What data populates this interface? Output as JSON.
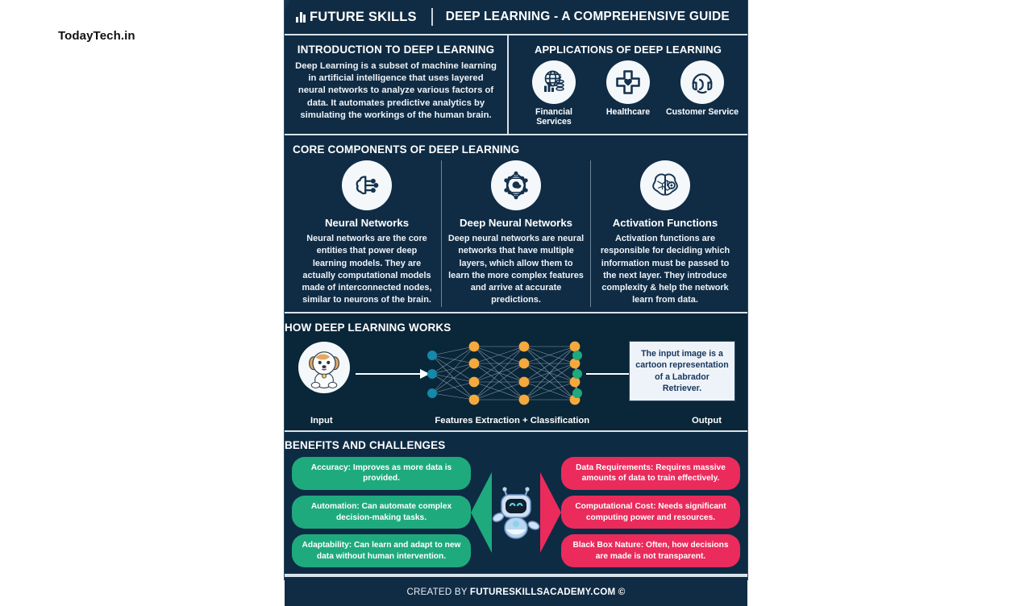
{
  "watermark": "TodayTech.in",
  "header": {
    "brand": "FUTURE SKILLS",
    "title": "DEEP LEARNING - A COMPREHENSIVE GUIDE",
    "logo_icon": "bar-chart-icon"
  },
  "intro": {
    "heading": "INTRODUCTION TO DEEP LEARNING",
    "body": "Deep Learning is a subset of machine learning in artificial intelligence that uses layered neural networks to analyze various factors of data. It automates predictive analytics by simulating the workings of the human brain."
  },
  "applications": {
    "heading": "APPLICATIONS OF DEEP LEARNING",
    "items": [
      {
        "label": "Financial Services",
        "icon": "globe-finance-icon"
      },
      {
        "label": "Healthcare",
        "icon": "medical-cross-heart-icon"
      },
      {
        "label": "Customer Service",
        "icon": "headset-support-icon"
      }
    ]
  },
  "core": {
    "heading": "CORE COMPONENTS OF DEEP LEARNING",
    "items": [
      {
        "title": "Neural Networks",
        "icon": "brain-circuit-icon",
        "body": "Neural networks are the core entities that power deep learning models. They are actually computational models made of interconnected nodes, similar to neurons of the brain."
      },
      {
        "title": "Deep Neural Networks",
        "icon": "network-nodes-icon",
        "body": "Deep neural networks are neural networks that have multiple layers, which allow them to learn the more complex features and arrive at accurate predictions."
      },
      {
        "title": "Activation Functions",
        "icon": "brain-gear-icon",
        "body": "Activation functions are responsible for deciding which information must be passed to the next layer. They introduce complexity & help the network learn from data."
      }
    ]
  },
  "how": {
    "heading": "HOW DEEP LEARNING WORKS",
    "input_label": "Input",
    "middle_label": "Features Extraction + Classification",
    "output_label": "Output",
    "input_icon": "dog-puppy-icon",
    "output_text": "The input image is a cartoon representation of a Labrador Retriever.",
    "network": {
      "input_nodes": 3,
      "hidden_layers": 3,
      "hidden_nodes_per_layer": 4,
      "output_nodes": 3,
      "input_color": "#1489a8",
      "hidden_color": "#f5a93c",
      "output_color": "#1fa97e"
    }
  },
  "benefits": {
    "heading": "BENEFITS AND CHALLENGES",
    "mascot_icon": "robot-mascot-icon",
    "green_color": "#1faa7e",
    "pink_color": "#ea2b5c",
    "pros": [
      "Accuracy: Improves as more data is provided.",
      "Automation: Can automate complex decision-making tasks.",
      "Adaptability: Can learn and adapt to new data without human intervention."
    ],
    "cons": [
      "Data Requirements: Requires massive amounts of data to train effectively.",
      "Computational Cost: Needs significant computing power and resources.",
      "Black Box Nature: Often, how decisions are made is not transparent."
    ]
  },
  "footer": {
    "prefix": "CREATED BY ",
    "site": "FUTURESKILLSACADEMY.COM ©"
  }
}
